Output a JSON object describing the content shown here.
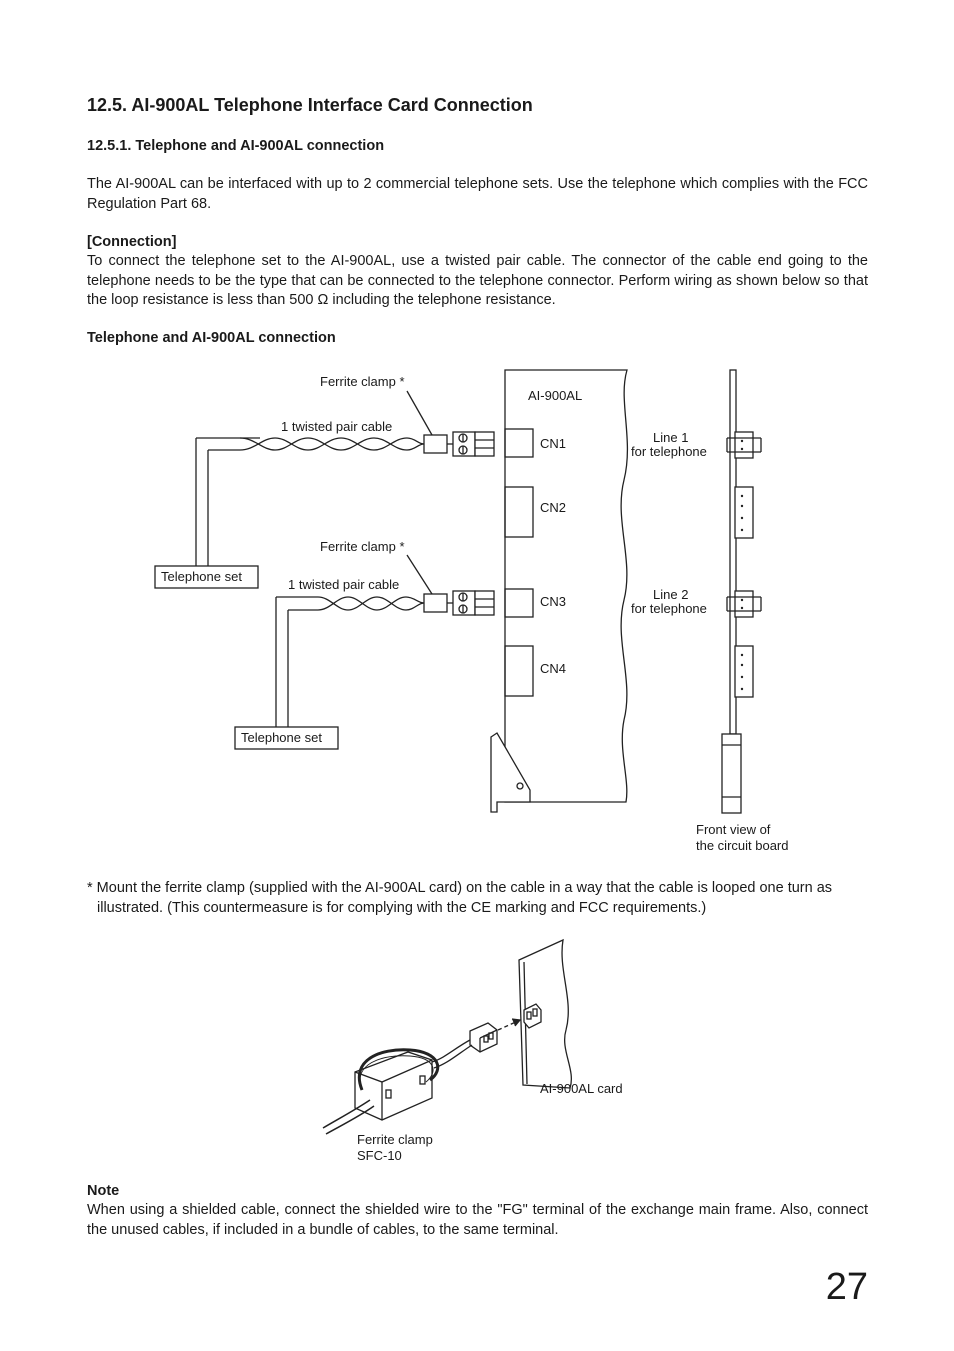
{
  "heading": "12.5. AI-900AL Telephone Interface Card Connection",
  "subheading": "12.5.1. Telephone and AI-900AL connection",
  "intro": "The AI-900AL can be interfaced with up to 2 commercial telephone sets. Use the telephone which complies with the FCC Regulation Part 68.",
  "connection": {
    "title": "[Connection]",
    "body": "To connect the telephone set to the AI-900AL, use a twisted pair cable. The connector of the cable end going to the telephone needs to be the type that can be connected to the telephone connector. Perform wiring as shown below so that the loop resistance is less than 500 Ω including the telephone resistance."
  },
  "diagram": {
    "title": "Telephone and AI-900AL connection",
    "ferrite_clamp_1": "Ferrite clamp *",
    "ferrite_clamp_2": "Ferrite clamp *",
    "cable_1": "1 twisted pair cable",
    "cable_2": "1 twisted pair cable",
    "card_name": "AI-900AL",
    "cn1": "CN1",
    "cn2": "CN2",
    "cn3": "CN3",
    "cn4": "CN4",
    "line1_a": "Line 1",
    "line1_b": "for telephone",
    "line2_a": "Line 2",
    "line2_b": "for telephone",
    "telephone_set_1": "Telephone set",
    "telephone_set_2": "Telephone set",
    "front_view_a": "Front view of",
    "front_view_b": "the circuit board"
  },
  "footnote": "* Mount the ferrite clamp (supplied with the AI-900AL card) on the cable in a way that the cable is looped one turn as illustrated. (This countermeasure is for complying with the CE marking and FCC requirements.)",
  "figure2": {
    "card_label": "AI-900AL card",
    "clamp_a": "Ferrite clamp",
    "clamp_b": "SFC-10"
  },
  "note": {
    "title": "Note",
    "body": "When using a shielded cable, connect the shielded wire to the \"FG\" terminal of the exchange main frame. Also, connect the unused cables, if included in a bundle of cables, to the same terminal."
  },
  "page_number": "27"
}
